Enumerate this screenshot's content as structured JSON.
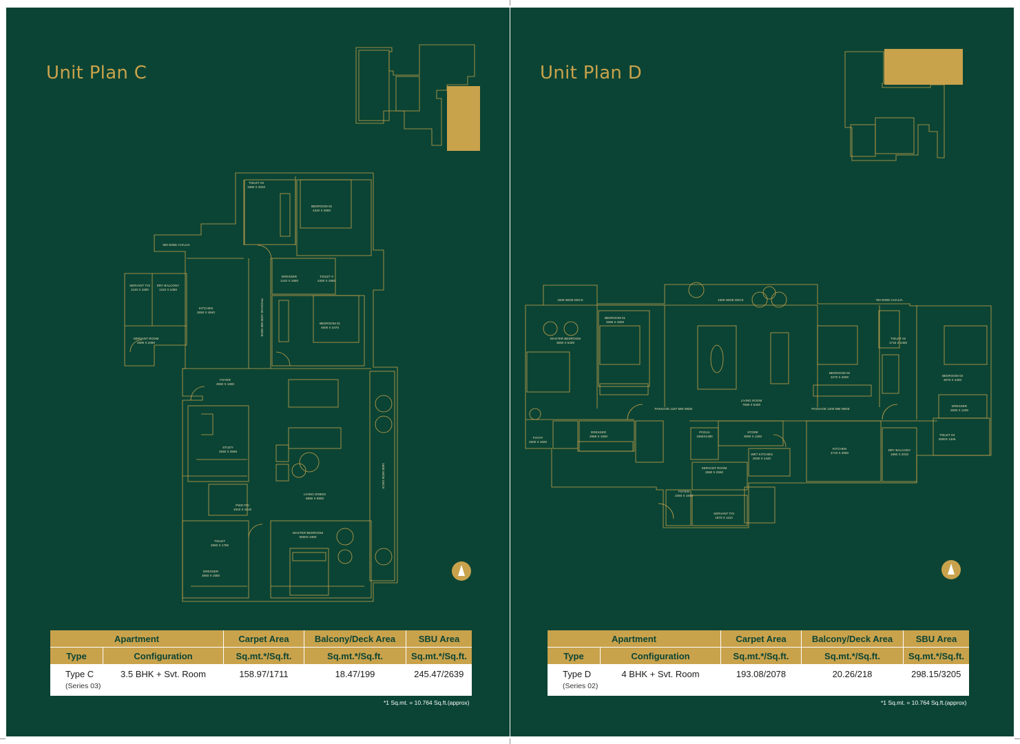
{
  "units": [
    {
      "title": "Unit Plan C",
      "table": {
        "group_headers": [
          "Apartment",
          "Carpet Area",
          "Balcony/Deck Area",
          "SBU Area"
        ],
        "sub_headers": [
          "Type",
          "Configuration",
          "Sq.mt.*/Sq.ft.",
          "Sq.mt.*/Sq.ft.",
          "Sq.mt.*/Sq.ft."
        ],
        "row": {
          "type": "Type C",
          "series": "(Series 03)",
          "configuration": "3.5 BHK + Svt. Room",
          "carpet": "158.97/1711",
          "balcony": "18.47/199",
          "sbu": "245.47/2639"
        }
      },
      "note": "*1 Sq.mt. = 10.764 Sq.ft.(approx)",
      "rooms": [
        {
          "name": "TOILET 02",
          "dim": "1680 X 2520"
        },
        {
          "name": "BEDROOM 02",
          "dim": "4320 X 3680"
        },
        {
          "name": "900 WIDE CHAJJA",
          "dim": ""
        },
        {
          "name": "SERVANT TOI",
          "dim": "1130 X 1800"
        },
        {
          "name": "DRY BALCONY",
          "dim": "1310 X 2480"
        },
        {
          "name": "KITCHEN",
          "dim": "2650 X 4840"
        },
        {
          "name": "SERVANT ROOM",
          "dim": "2690 X 2090"
        },
        {
          "name": "DRESSER",
          "dim": "1410 X 1650"
        },
        {
          "name": "TOILET 0",
          "dim": "2400 X 1650"
        },
        {
          "name": "BEDROOM 01",
          "dim": "4500 X 3470"
        },
        {
          "name": "PASSAGE 1200 MM WIDE",
          "dim": ""
        },
        {
          "name": "FOYER",
          "dim": "2650 X 1830"
        },
        {
          "name": "STUDY",
          "dim": "2550 X 3569"
        },
        {
          "name": "LIVING DINING",
          "dim": "6980 X 6900"
        },
        {
          "name": "PWD.TOI",
          "dim": "1610 X 1615"
        },
        {
          "name": "TOILET",
          "dim": "2650 X 1750"
        },
        {
          "name": "DRESSER",
          "dim": "2650 X 1550"
        },
        {
          "name": "MASTER BEDROOM",
          "dim": "6900X 3480"
        },
        {
          "name": "1800 WIDE DECK",
          "dim": ""
        }
      ]
    },
    {
      "title": "Unit Plan D",
      "table": {
        "group_headers": [
          "Apartment",
          "Carpet Area",
          "Balcony/Deck Area",
          "SBU Area"
        ],
        "sub_headers": [
          "Type",
          "Configuration",
          "Sq.mt.*/Sq.ft.",
          "Sq.mt.*/Sq.ft.",
          "Sq.mt.*/Sq.ft."
        ],
        "row": {
          "type": "Type D",
          "series": "(Series 02)",
          "configuration": "4 BHK + Svt. Room",
          "carpet": "193.08/2078",
          "balcony": "20.26/218",
          "sbu": "298.15/3205"
        }
      },
      "note": "*1 Sq.mt. = 10.764 Sq.ft.(approx)",
      "rooms": [
        {
          "name": "1500 WIDE DECK",
          "dim": ""
        },
        {
          "name": "1500 WIDE DECK",
          "dim": ""
        },
        {
          "name": "750 WIDE CHAJJA",
          "dim": ""
        },
        {
          "name": "MASTER BEDROOM",
          "dim": "3560 X 5400"
        },
        {
          "name": "BEDROOM 01",
          "dim": "3385 X 4500"
        },
        {
          "name": "LIVING ROOM",
          "dim": "7590 X 5400"
        },
        {
          "name": "BEDROOM 02",
          "dim": "3470 X 4000"
        },
        {
          "name": "TOILET 02",
          "dim": "1715 X 2450"
        },
        {
          "name": "BEDROOM 03",
          "dim": "3070 X 4400"
        },
        {
          "name": "PASSAGE 1197 MM WIDE",
          "dim": ""
        },
        {
          "name": "PASSAGE 1200 MM WIDE",
          "dim": ""
        },
        {
          "name": "DRESSER",
          "dim": "2500 X 1200"
        },
        {
          "name": "FOYAT",
          "dim": "2500 X 1500"
        },
        {
          "name": "DRESSER",
          "dim": "2985 X 1800"
        },
        {
          "name": "POOJA",
          "dim": "1565X1380"
        },
        {
          "name": "STORE",
          "dim": "3090 X 1300"
        },
        {
          "name": "KITCHEN",
          "dim": "4710 X 3060"
        },
        {
          "name": "DRY BALCONY",
          "dim": "1660 X 2010"
        },
        {
          "name": "TOILET 03",
          "dim": "2900X 1346"
        },
        {
          "name": "WET KITCHEN",
          "dim": "2030 X 1440"
        },
        {
          "name": "SERVANT ROOM",
          "dim": "2580 X 2550"
        },
        {
          "name": "FOYER",
          "dim": "2360 X 1940"
        },
        {
          "name": "SERVANT TOI",
          "dim": "1870 X 1110"
        }
      ]
    }
  ]
}
